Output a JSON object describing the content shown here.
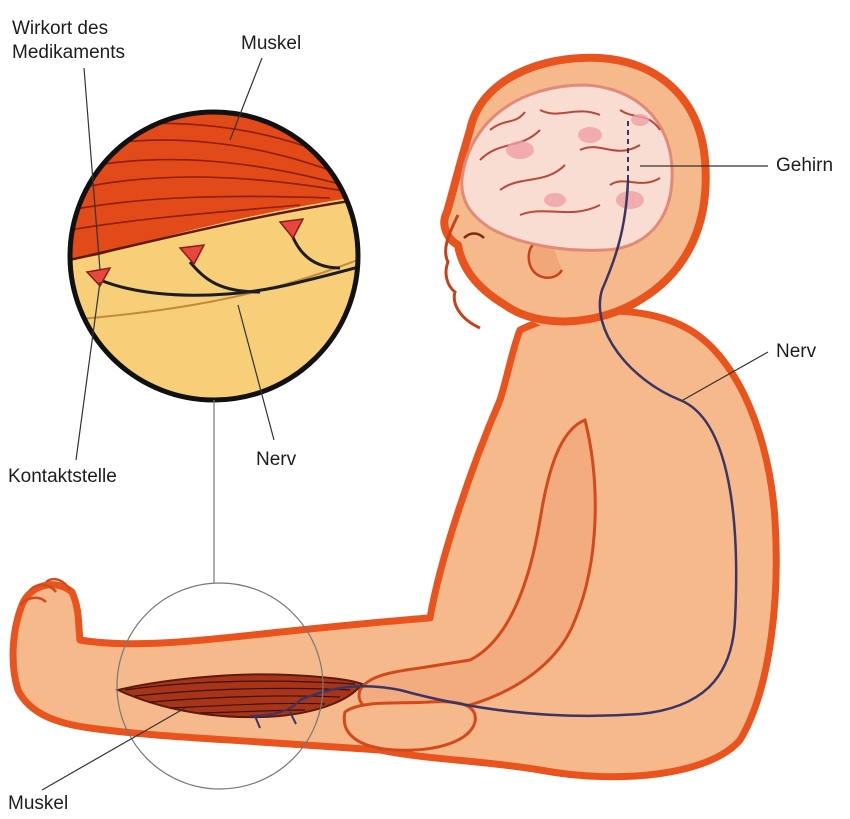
{
  "labels": {
    "wirkort_line1": "Wirkort des",
    "wirkort_line2": "Medikaments",
    "muskel_top": "Muskel",
    "gehirn": "Gehirn",
    "nerv_right": "Nerv",
    "kontaktstelle": "Kontaktstelle",
    "nerv_inset": "Nerv",
    "muskel_bottom": "Muskel"
  },
  "colors": {
    "skin": "#f6b98c",
    "skin_outline": "#e8531e",
    "muscle": "#e24a1a",
    "tissue": "#f6cf78",
    "brain": "#f9dcd2",
    "nerve": "#3b3566",
    "line": "#333333"
  }
}
